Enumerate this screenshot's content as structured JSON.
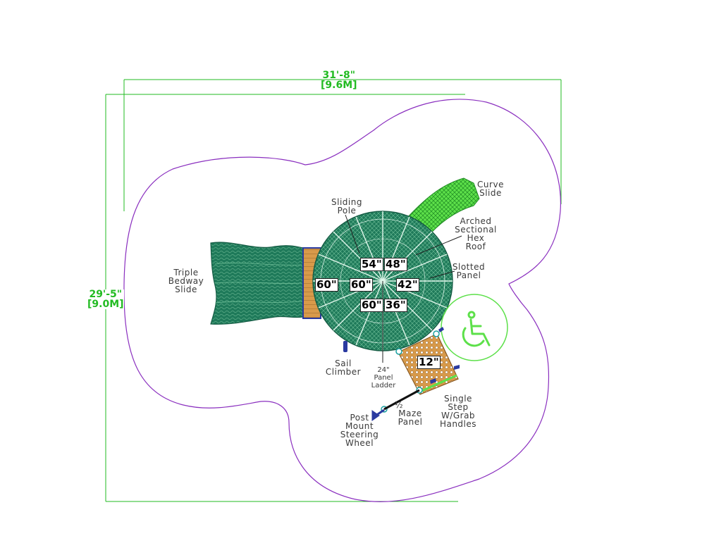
{
  "dimensions": {
    "width_label": "31'-8\"",
    "width_metric": "[9.6M]",
    "height_label": "29'-5\"",
    "height_metric": "[9.0M]",
    "color": "#22bb22"
  },
  "deck_heights": [
    "54\"",
    "48\"",
    "60\"",
    "60\"",
    "42\"",
    "60\"",
    "36\"",
    "12\""
  ],
  "labels": {
    "triple_bedway_slide": [
      "Triple",
      "Bedway",
      "Slide"
    ],
    "sliding_pole": [
      "Sliding",
      "Pole"
    ],
    "curve_slide": [
      "Curve",
      "Slide"
    ],
    "arched_roof": [
      "Arched",
      "Sectional",
      "Hex",
      "Roof"
    ],
    "slotted_panel": [
      "Slotted",
      "Panel"
    ],
    "sail_climber": [
      "Sail",
      "Climber"
    ],
    "panel_ladder": [
      "24\"",
      "Panel",
      "Ladder"
    ],
    "maze_panel": [
      "½",
      "Maze",
      "Panel"
    ],
    "steering_wheel": [
      "Post",
      "Mount",
      "Steering",
      "Wheel"
    ],
    "single_step": [
      "Single",
      "Step",
      "W/Grab",
      "Handles"
    ]
  },
  "accessibility_icon": "wheelchair-icon",
  "colors": {
    "structure": "#1f7a5a",
    "curve_slide": "#5de04a",
    "boundary": "#8a2fbf",
    "deck_wood": "#d89a4a",
    "post": "#2a3aa0"
  }
}
